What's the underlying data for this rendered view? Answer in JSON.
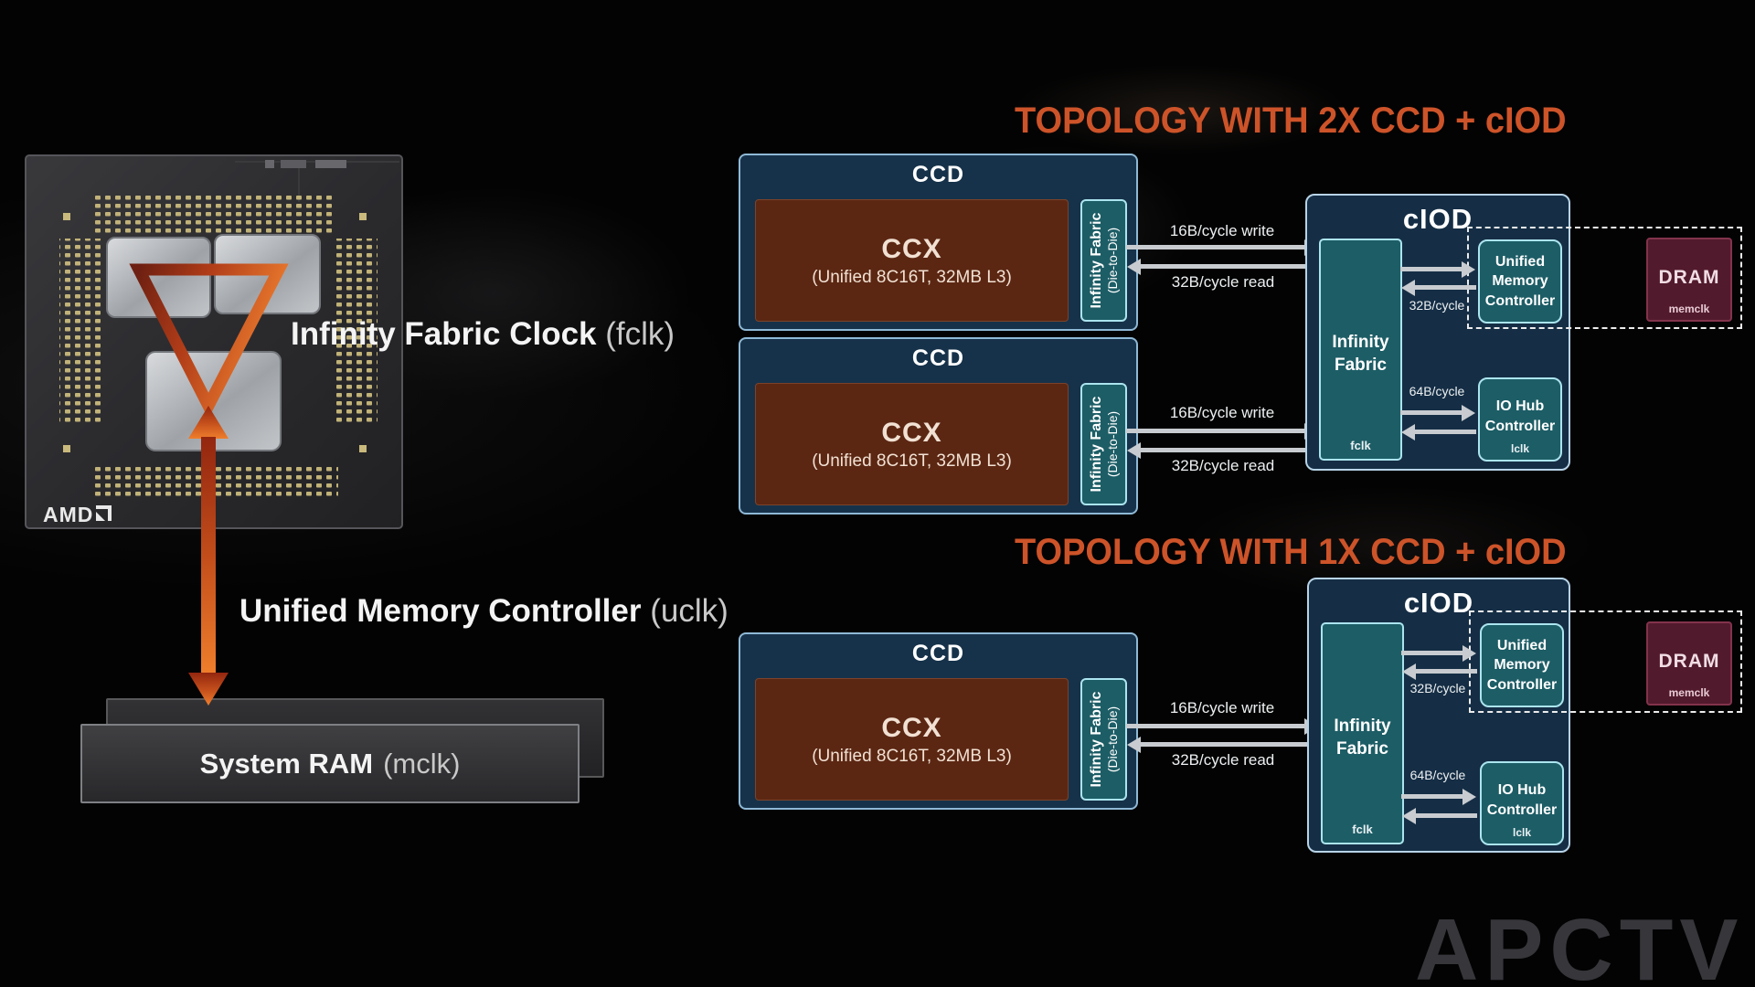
{
  "left_panel": {
    "amd_logo": "AMD",
    "fclk_label": {
      "bold": "Infinity Fabric Clock",
      "light": "(fclk)"
    },
    "uclk_label": {
      "bold": "Unified Memory Controller",
      "light": "(uclk)"
    },
    "ram_label": {
      "bold": "System RAM",
      "light": "(mclk)"
    }
  },
  "shared": {
    "ccd": {
      "title": "CCD",
      "ccx_title": "CCX",
      "ccx_subtitle": "(Unified 8C16T, 32MB L3)",
      "if_d2d_title": "Infinity Fabric",
      "if_d2d_sub": "(Die-to-Die)"
    },
    "links": {
      "write": "16B/cycle write",
      "read": "32B/cycle read"
    },
    "ciod": {
      "title": "cIOD",
      "if_label": "Infinity\nFabric",
      "if_clock": "fclk",
      "umc_label": "Unified\nMemory\nController",
      "umc_bw": "32B/cycle",
      "iohub_label": "IO Hub\nController",
      "iohub_clock": "lclk",
      "iohub_bw": "64B/cycle"
    },
    "dram": {
      "title": "DRAM",
      "clock": "memclk"
    }
  },
  "topologies": [
    {
      "title": "TOPOLOGY WITH 2X CCD + cIOD"
    },
    {
      "title": "TOPOLOGY WITH 1X CCD + cIOD"
    }
  ],
  "watermark": "APCTV",
  "colors": {
    "accent_orange": "#cd5329",
    "box_navy": "#16324a",
    "box_teal": "#1d5d66",
    "ccx_brown": "#5b2713",
    "dram_maroon": "#521a2d",
    "arrow_gray": "#c8ccd0",
    "border_light_blue": "#abe4ee"
  }
}
